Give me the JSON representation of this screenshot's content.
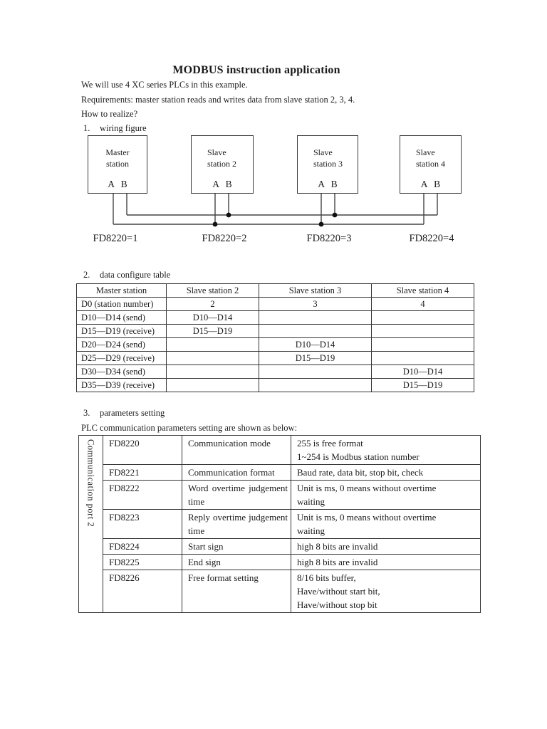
{
  "page": {
    "title": "MODBUS instruction application",
    "intro_lines": [
      "We will use 4 XC series PLCs in this example.",
      "Requirements: master station reads and writes data from slave station 2, 3, 4.",
      "How to realize?"
    ],
    "sections": [
      {
        "num": "1.",
        "text": "wiring figure"
      },
      {
        "num": "2.",
        "text": "data configure table"
      },
      {
        "num": "3.",
        "text": "parameters setting"
      }
    ],
    "params_intro": "PLC communication parameters setting are shown as below:"
  },
  "wiring": {
    "stations": [
      {
        "name_line1": "Master",
        "name_line2": "station",
        "terminals": "A B",
        "fd_label": "FD8220=1"
      },
      {
        "name_line1": "Slave",
        "name_line2": "station 2",
        "terminals": "A B",
        "fd_label": "FD8220=2"
      },
      {
        "name_line1": "Slave",
        "name_line2": "station 3",
        "terminals": "A B",
        "fd_label": "FD8220=3"
      },
      {
        "name_line1": "Slave",
        "name_line2": "station 4",
        "terminals": "A B",
        "fd_label": "FD8220=4"
      }
    ],
    "wire_color": "#444444"
  },
  "config_table": {
    "headers": [
      "Master station",
      "Slave station 2",
      "Slave station 3",
      "Slave station 4"
    ],
    "rows": [
      [
        "D0 (station number)",
        "2",
        "3",
        "4"
      ],
      [
        "D10—D14 (send)",
        "D10—D14",
        "",
        ""
      ],
      [
        "D15—D19 (receive)",
        "D15—D19",
        "",
        ""
      ],
      [
        "D20—D24 (send)",
        "",
        "D10—D14",
        ""
      ],
      [
        "D25—D29 (receive)",
        "",
        "D15—D19",
        ""
      ],
      [
        "D30—D34 (send)",
        "",
        "",
        "D10—D14"
      ],
      [
        "D35—D39 (receive)",
        "",
        "",
        "D15—D19"
      ]
    ]
  },
  "params_table": {
    "group_label": "Communication port 2",
    "rows": [
      {
        "register": "FD8220",
        "description": "Communication mode",
        "value": "255 is free format\n1~254 is Modbus station number"
      },
      {
        "register": "FD8221",
        "description": "Communication format",
        "value": "Baud rate, data bit, stop bit, check"
      },
      {
        "register": "FD8222",
        "description": "Word overtime judgement time",
        "value": "Unit is ms, 0 means without overtime\nwaiting"
      },
      {
        "register": "FD8223",
        "description": "Reply overtime judgement time",
        "value": "Unit is ms, 0 means without overtime\nwaiting"
      },
      {
        "register": "FD8224",
        "description": "Start sign",
        "value": "high 8 bits are invalid"
      },
      {
        "register": "FD8225",
        "description": "End sign",
        "value": "high 8 bits are invalid"
      },
      {
        "register": "FD8226",
        "description": "Free format setting",
        "value": "8/16 bits buffer,\nHave/without start bit,\nHave/without stop bit"
      }
    ]
  }
}
